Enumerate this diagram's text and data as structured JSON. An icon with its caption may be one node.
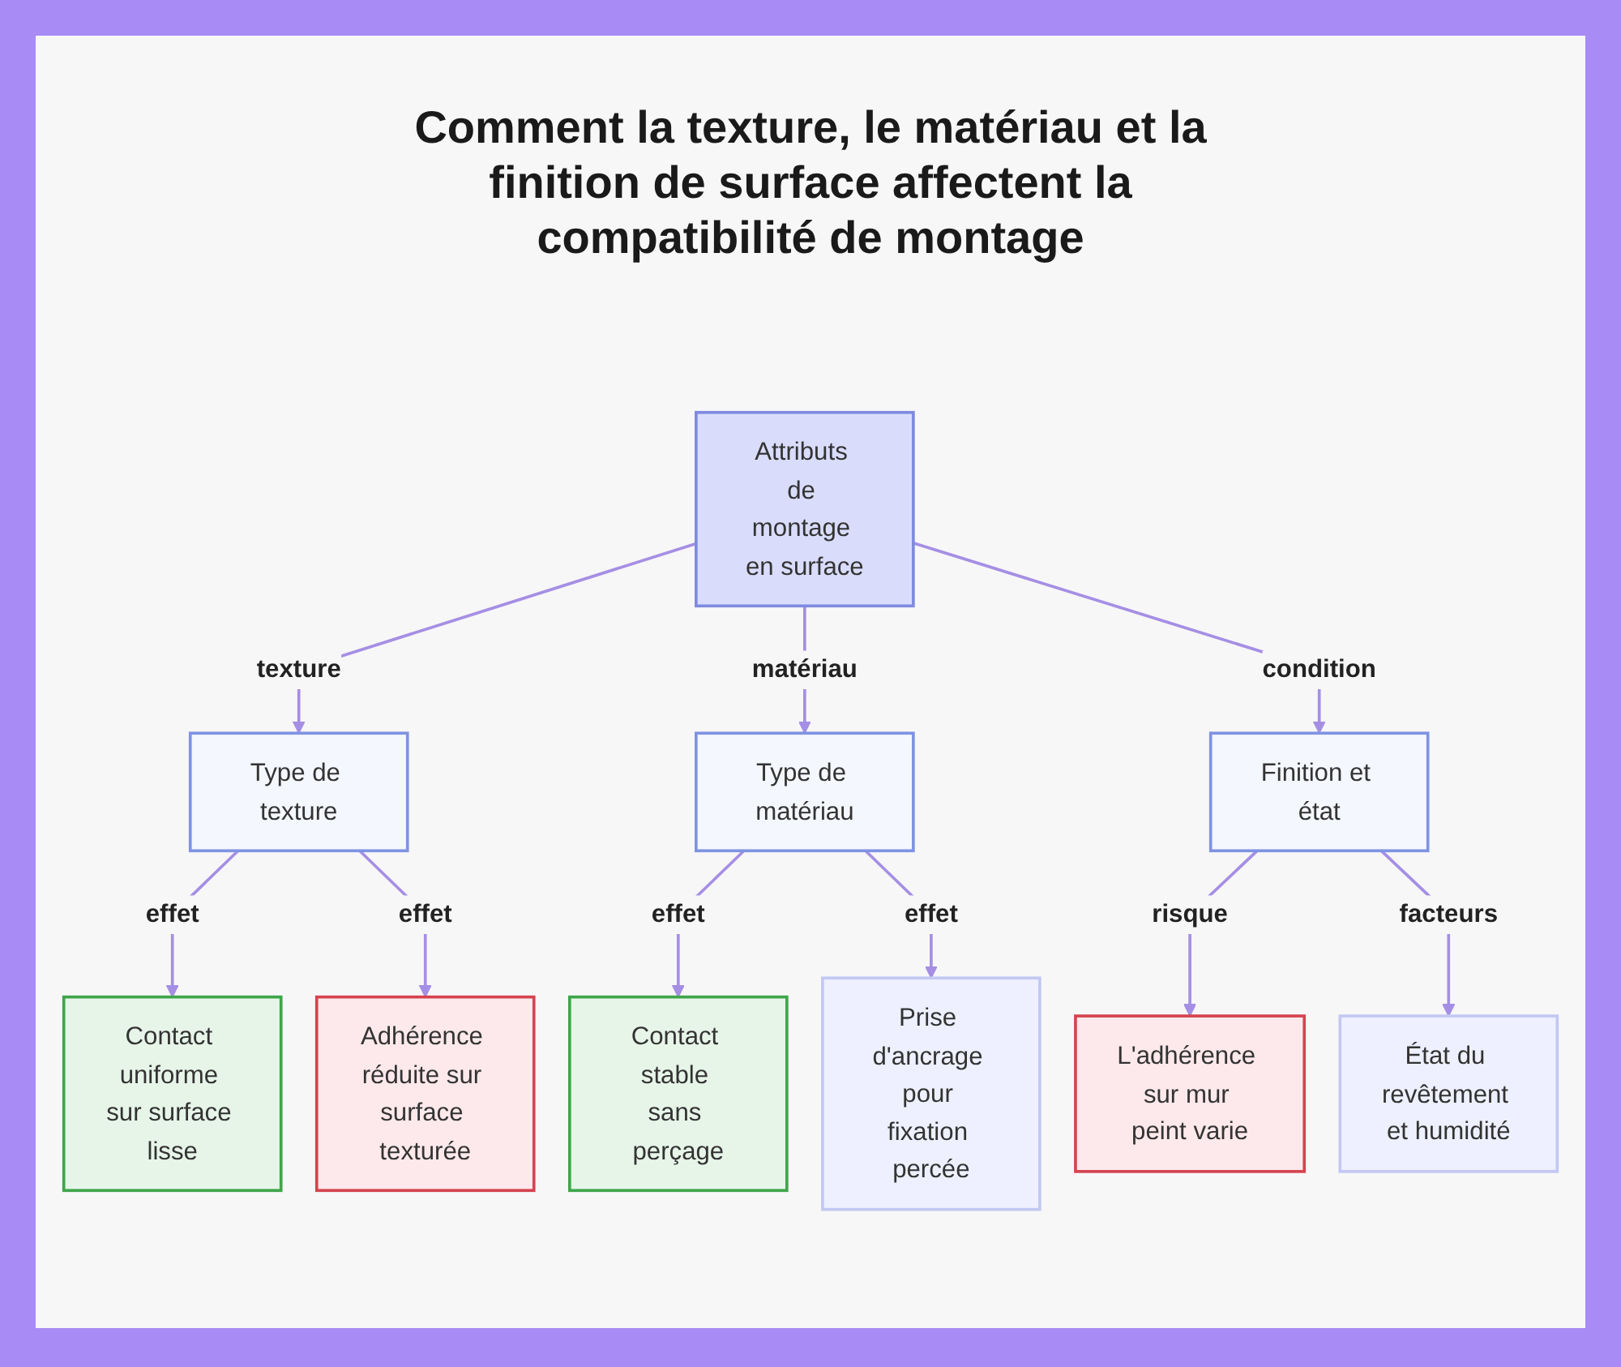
{
  "diagram": {
    "title": "Comment la texture, le matériau et la finition de surface affectent la compatibilité de montage",
    "nodes": [
      {
        "text": [
          "Attributs de montage en surface"
        ]
      },
      {
        "text": [
          "Type de texture"
        ]
      },
      {
        "text": [
          "Type de matériau"
        ]
      },
      {
        "text": [
          "Finition et état"
        ]
      },
      {
        "text": [
          "Contact uniforme sur surface lisse"
        ]
      },
      {
        "text": [
          "Adhérence réduite sur surface texturée"
        ]
      },
      {
        "text": [
          "Contact stable sans perçage"
        ]
      },
      {
        "text": [
          "Prise d'ancrage pour fixation percée"
        ]
      },
      {
        "text": [
          "L'adhérence sur mur peint varie"
        ]
      },
      {
        "text": [
          "État du revêtement et humidité"
        ]
      }
    ],
    "edges": [
      {
        "from": 0,
        "to": 1,
        "arrow": "to",
        "label": "texture"
      },
      {
        "from": 0,
        "to": 2,
        "arrow": "to",
        "label": "matériau"
      },
      {
        "from": 0,
        "to": 3,
        "arrow": "to",
        "label": "condition"
      },
      {
        "from": 1,
        "to": 4,
        "arrow": "to",
        "label": "effet"
      },
      {
        "from": 1,
        "to": 5,
        "arrow": "to",
        "label": "effet"
      },
      {
        "from": 2,
        "to": 6,
        "arrow": "to",
        "label": "effet"
      },
      {
        "from": 2,
        "to": 7,
        "arrow": "to",
        "label": "effet"
      },
      {
        "from": 3,
        "to": 8,
        "arrow": "to",
        "label": "risque"
      },
      {
        "from": 3,
        "to": 9,
        "arrow": "to",
        "label": "facteurs"
      }
    ]
  }
}
